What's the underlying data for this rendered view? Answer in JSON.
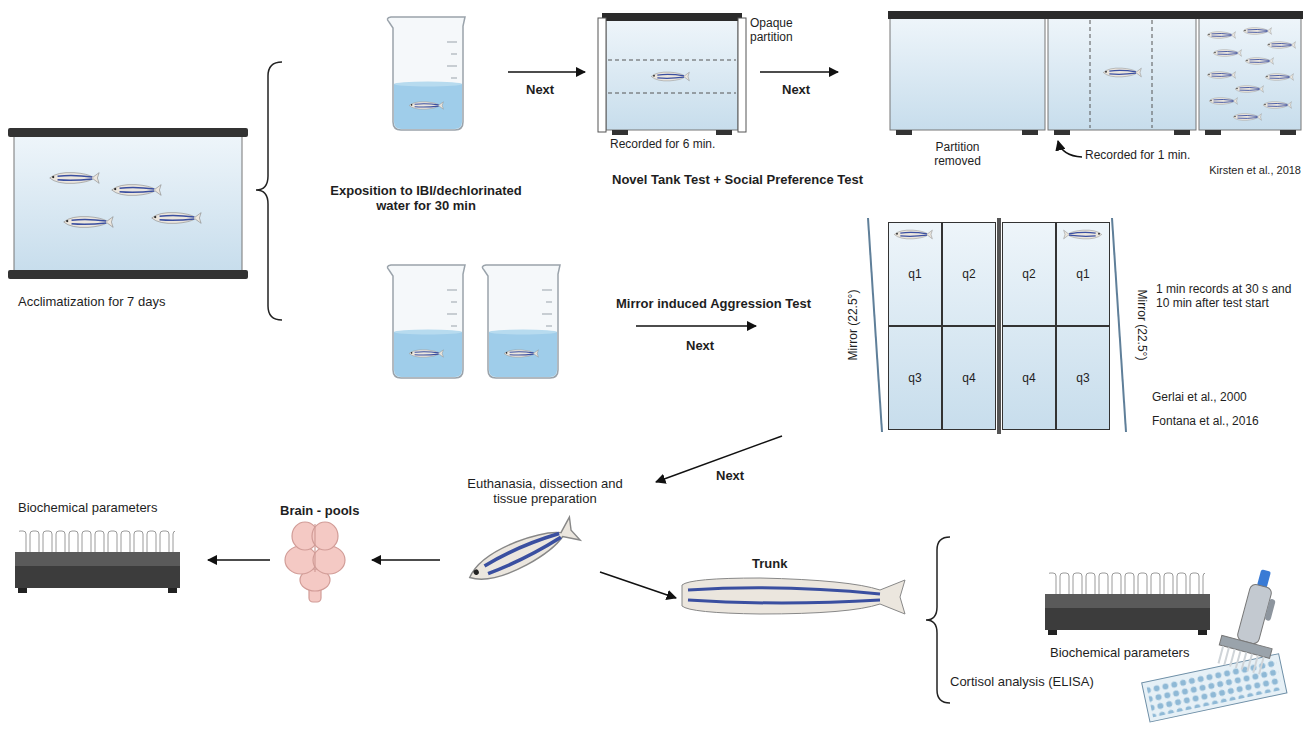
{
  "diagram": {
    "nodes": [
      {
        "text": [
          "q1"
        ]
      },
      {
        "text": [
          "q2"
        ]
      },
      {
        "text": [
          "q3"
        ]
      },
      {
        "text": [
          "q4"
        ]
      },
      {
        "text": [
          "q2"
        ]
      },
      {
        "text": [
          "q1"
        ]
      },
      {
        "text": [
          "q4"
        ]
      },
      {
        "text": [
          "q3"
        ]
      }
    ],
    "labels": [
      "Acclimatization for 7 days",
      "Exposition to IBI/dechlorinated water for 30 min",
      "Next",
      "Opaque partition",
      "Recorded for 6 min.",
      "Next",
      "Partition removed",
      "Recorded for 1 min.",
      "Kirsten et al., 2018",
      "Novel Tank Test + Social Preference Test",
      "Mirror induced Aggression Test",
      "Next",
      "Mirror (22.5°)",
      "Mirror (22.5°)",
      "1 min records at 30 s and 10 min after test start",
      "Gerlai et al., 2000",
      "Fontana et al., 2016",
      "Next",
      "Euthanasia, dissection and tissue preparation",
      "Brain - pools",
      "Biochemical parameters",
      "Trunk",
      "Biochemical parameters",
      "Cortisol analysis (ELISA)"
    ]
  }
}
